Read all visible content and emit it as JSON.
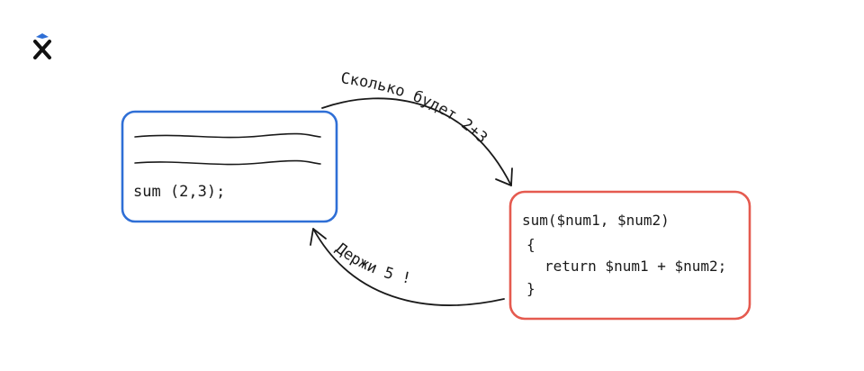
{
  "colors": {
    "ink": "#1a1a1a",
    "client_box": "#2f6fd6",
    "server_box": "#e55a4f",
    "logo_accent": "#2f6fd6"
  },
  "logo": {
    "icon": "x-logo-icon"
  },
  "client": {
    "code": "sum (2,3);"
  },
  "server": {
    "line1": "sum($num1, $num2)",
    "line2": "{",
    "line3": "return $num1 + $num2;",
    "line4": "}"
  },
  "arrows": {
    "request_label": "Сколько будет 2+3 ?",
    "response_label": "Держи 5 !"
  }
}
